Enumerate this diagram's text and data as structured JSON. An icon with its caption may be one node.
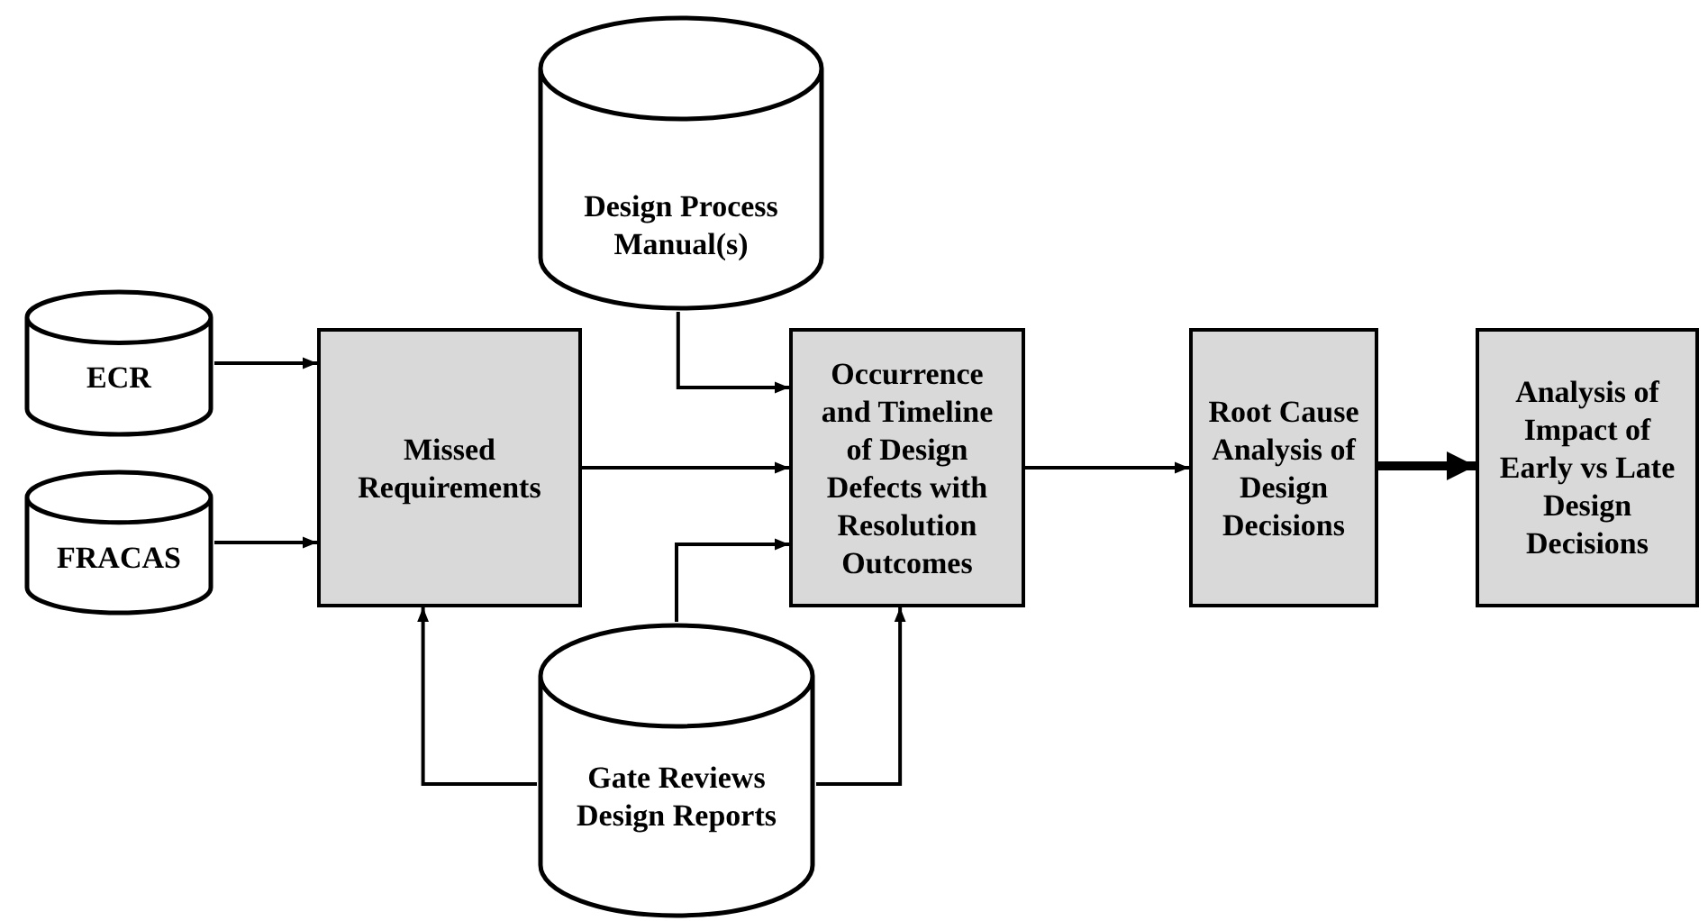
{
  "diagram": {
    "nodes": [
      {
        "text": [
          "ECR"
        ]
      },
      {
        "text": [
          "FRACAS"
        ]
      },
      {
        "text": [
          "Missed Requirements"
        ]
      },
      {
        "text": [
          "Design Process Manual(s)"
        ]
      },
      {
        "text": [
          "Occurrence and Timeline of Design Defects with Resolution Outcomes"
        ]
      },
      {
        "text": [
          "Gate Reviews Design Reports"
        ]
      },
      {
        "text": [
          "Root Cause Analysis of Design Decisions"
        ]
      },
      {
        "text": [
          "Analysis of Impact of Early vs Late Design Decisions"
        ]
      }
    ],
    "edges": [
      {
        "from": 0,
        "to": 2,
        "arrow": "to"
      },
      {
        "from": 1,
        "to": 2,
        "arrow": "to"
      },
      {
        "from": 3,
        "to": 4,
        "arrow": "to"
      },
      {
        "from": 2,
        "to": 4,
        "arrow": "to"
      },
      {
        "from": 5,
        "to": 4,
        "arrow": "to"
      },
      {
        "from": 5,
        "to": 2,
        "arrow": "to"
      },
      {
        "from": 5,
        "to": 4,
        "arrow": "to"
      },
      {
        "from": 4,
        "to": 6,
        "arrow": "to"
      },
      {
        "from": 6,
        "to": 7,
        "arrow": "to",
        "style": "thick"
      }
    ]
  }
}
